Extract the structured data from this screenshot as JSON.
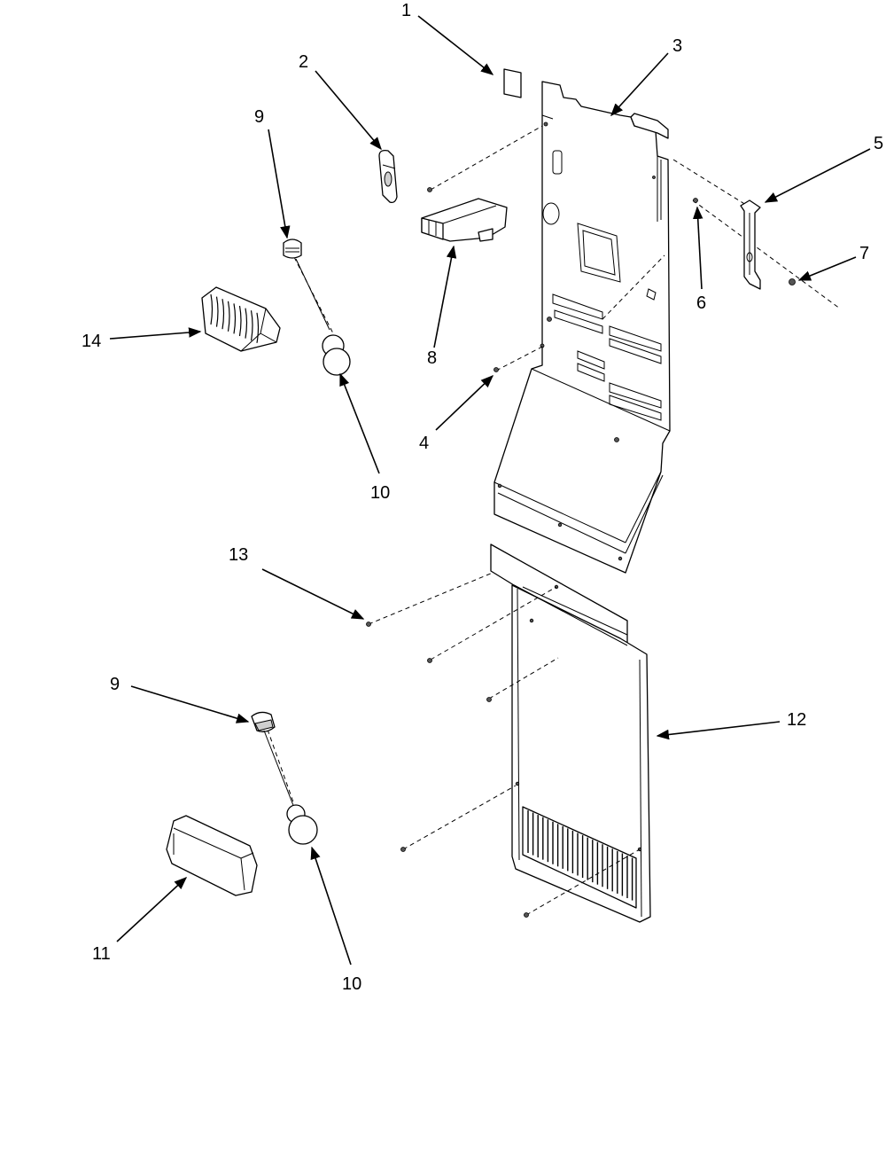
{
  "diagram": {
    "callouts": [
      {
        "id": "callout-1",
        "label": "1"
      },
      {
        "id": "callout-2",
        "label": "2"
      },
      {
        "id": "callout-3",
        "label": "3"
      },
      {
        "id": "callout-4",
        "label": "4"
      },
      {
        "id": "callout-5",
        "label": "5"
      },
      {
        "id": "callout-6",
        "label": "6"
      },
      {
        "id": "callout-7",
        "label": "7"
      },
      {
        "id": "callout-8",
        "label": "8"
      },
      {
        "id": "callout-9a",
        "label": "9"
      },
      {
        "id": "callout-9b",
        "label": "9"
      },
      {
        "id": "callout-10a",
        "label": "10"
      },
      {
        "id": "callout-10b",
        "label": "10"
      },
      {
        "id": "callout-11",
        "label": "11"
      },
      {
        "id": "callout-12",
        "label": "12"
      },
      {
        "id": "callout-13",
        "label": "13"
      },
      {
        "id": "callout-14",
        "label": "14"
      }
    ]
  }
}
